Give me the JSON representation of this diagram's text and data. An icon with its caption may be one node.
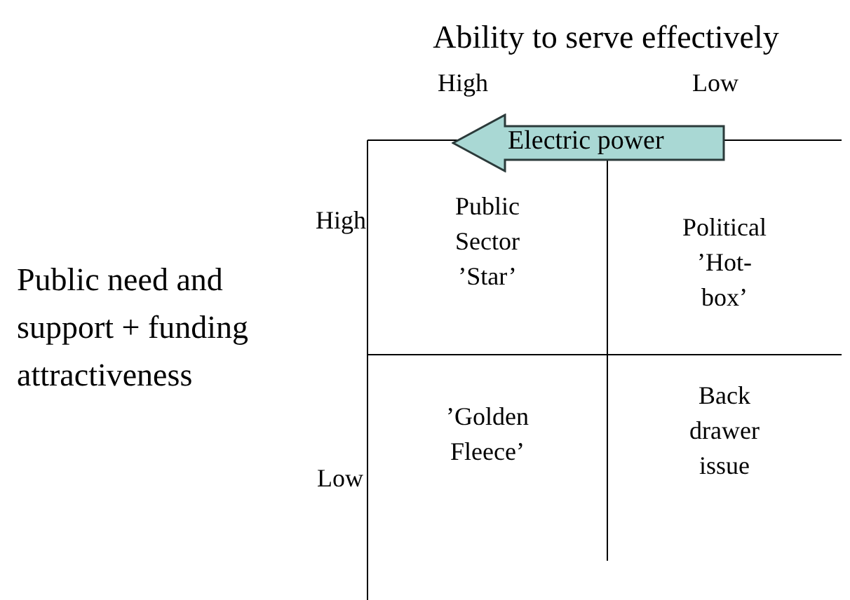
{
  "diagram": {
    "nodes": [
      {
        "text": [
          "Electric power"
        ]
      },
      {
        "text": [
          "Public Sector ’Star’"
        ]
      },
      {
        "text": [
          "Political ’Hot-box’"
        ]
      },
      {
        "text": [
          "’Golden Fleece’"
        ]
      },
      {
        "text": [
          "Back drawer issue"
        ]
      }
    ],
    "labels": [
      "Ability to serve effectively",
      "High",
      "Low",
      "High",
      "Public need and support + funding attractiveness",
      "Low"
    ]
  }
}
